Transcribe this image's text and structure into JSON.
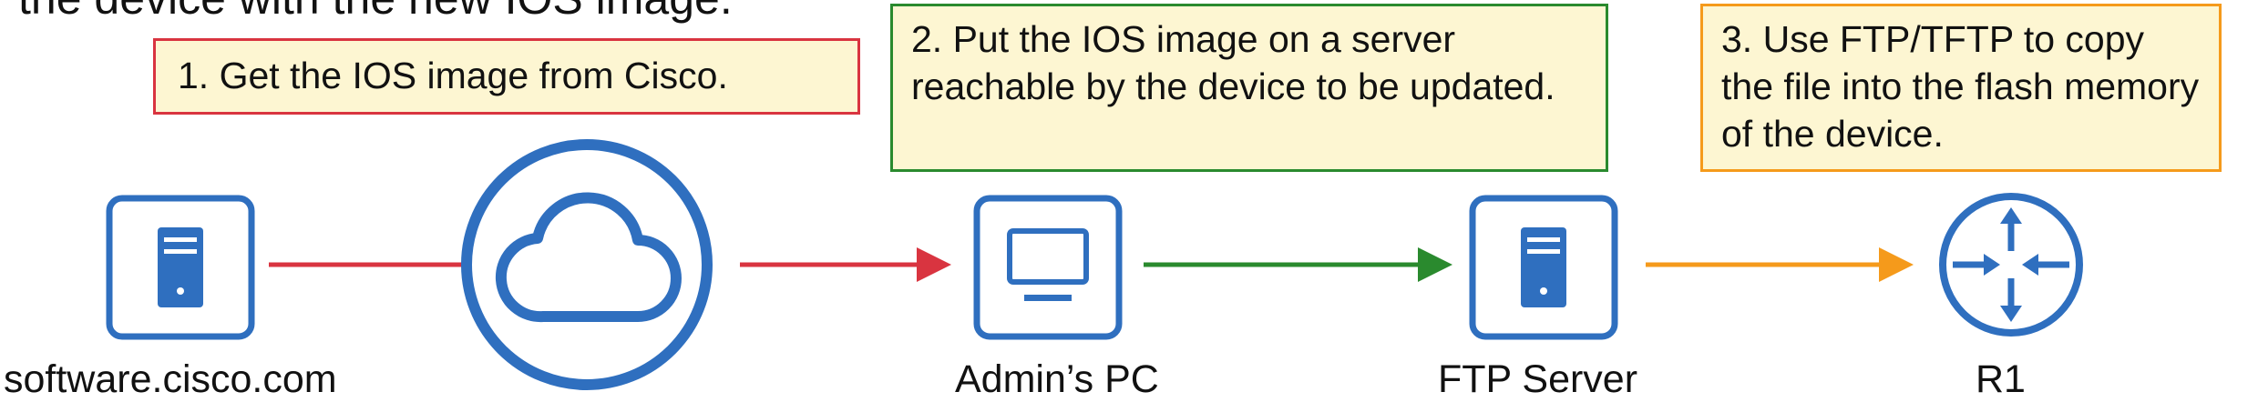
{
  "caption": "the device with the new IOS image.",
  "steps": [
    {
      "text": "1. Get the IOS image from Cisco.",
      "color": "#d93440"
    },
    {
      "text": "2. Put the IOS image on a server reachable by the device to be updated.",
      "color": "#2a8a2e"
    },
    {
      "text": "3. Use FTP/TFTP to copy the file into the flash memory of the device.",
      "color": "#f59a1b"
    }
  ],
  "nodes": {
    "cisco_server": {
      "label": "software.cisco.com",
      "icon": "server-icon"
    },
    "internet": {
      "label": "",
      "icon": "cloud-icon"
    },
    "admin_pc": {
      "label": "Admin’s PC",
      "icon": "monitor-icon"
    },
    "ftp_server": {
      "label": "FTP Server",
      "icon": "server-icon"
    },
    "router": {
      "label": "R1",
      "icon": "router-icon"
    }
  },
  "colors": {
    "icon_blue": "#2f6fbf",
    "red_link": "#d93440",
    "green_link": "#2a8a2e",
    "orange_link": "#f59a1b"
  }
}
